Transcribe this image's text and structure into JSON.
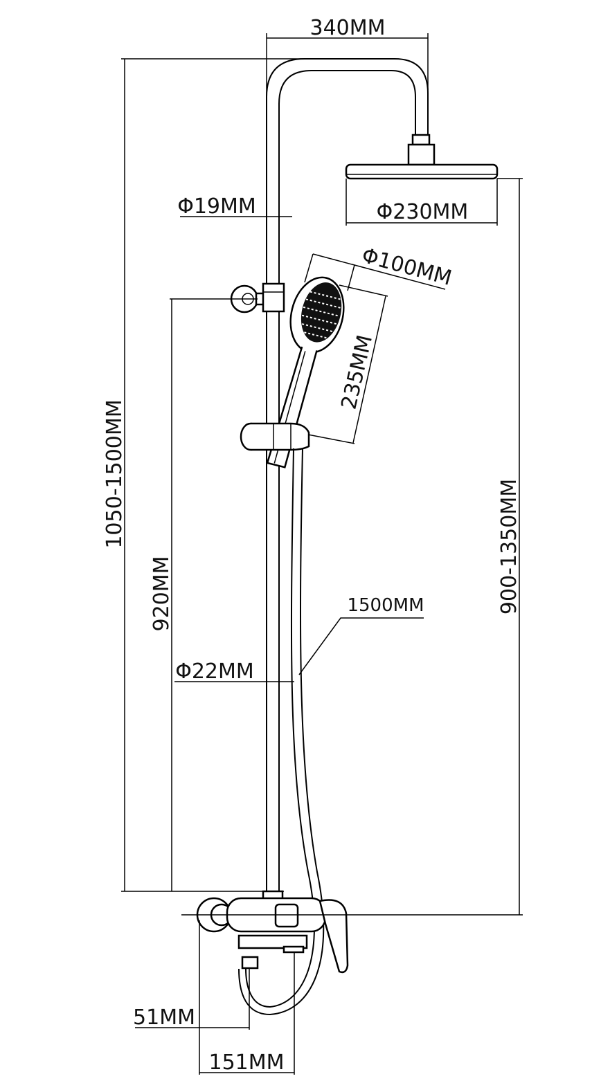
{
  "title": "Shower set dimension drawing",
  "dimensions": {
    "arm_width": "340MM",
    "head_diameter": "Φ230MM",
    "upper_pipe_diameter": "Φ19MM",
    "hand_shower_diameter": "Φ100MM",
    "hand_shower_length": "235MM",
    "total_height": "1050-1500MM",
    "head_height": "900-1350MM",
    "slide_bar_height": "920MM",
    "hose_length": "1500MM",
    "lower_pipe_diameter": "Φ22MM",
    "valve_offset": "51MM",
    "valve_depth": "151MM"
  },
  "colors": {
    "line": "#000000",
    "background": "#ffffff"
  }
}
